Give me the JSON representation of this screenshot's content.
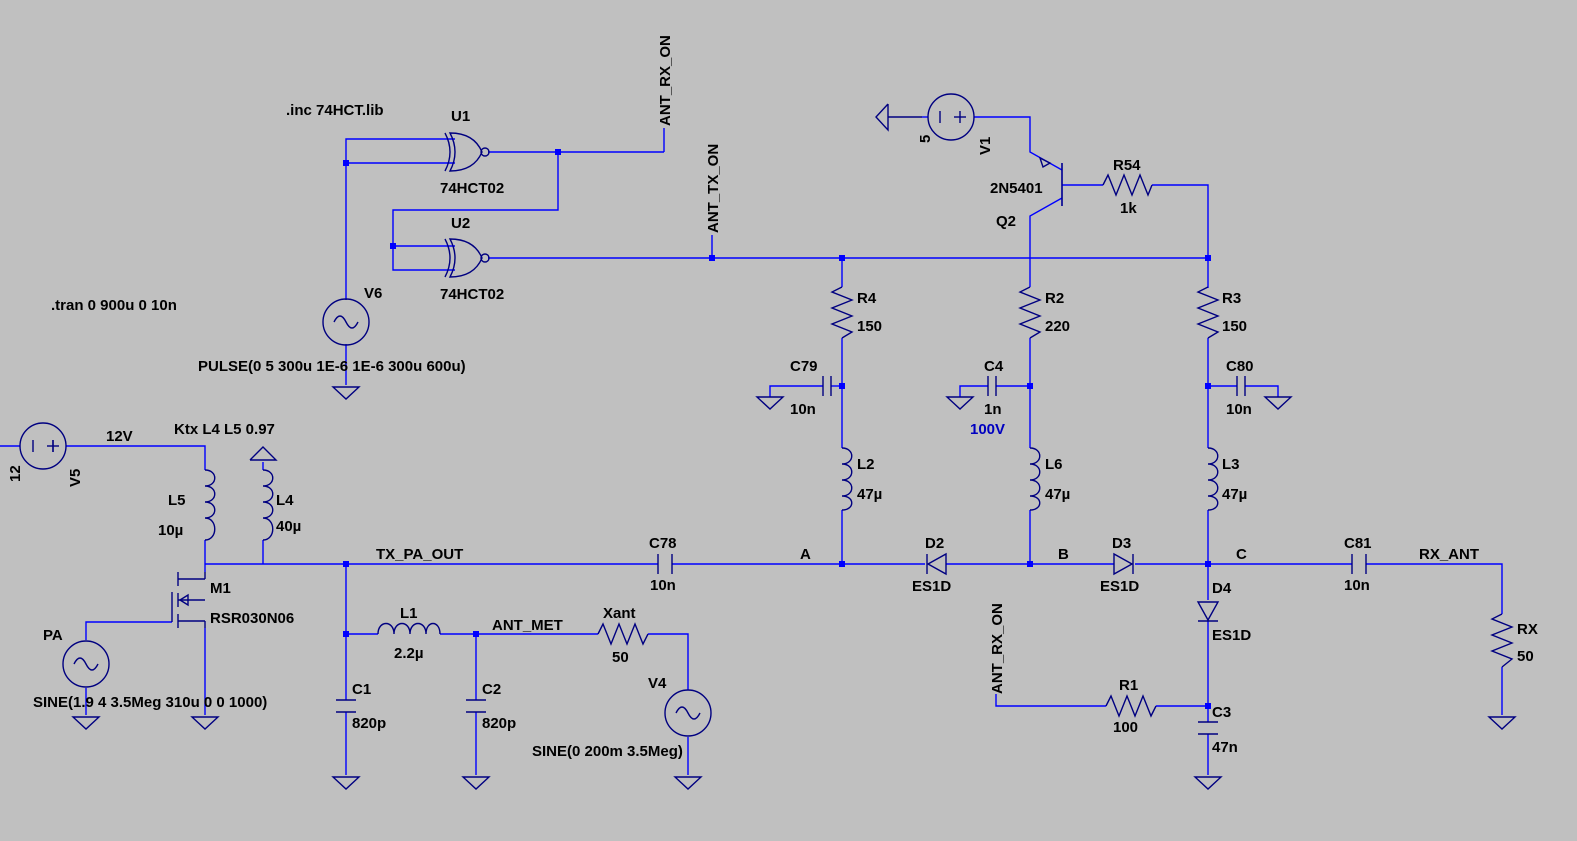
{
  "colors": {
    "background": "#c0c0c0",
    "wire": "#0000ff",
    "component": "#000080",
    "text": "#000000",
    "value_highlight": "#0000c0"
  },
  "directives": {
    "include": ".inc 74HCT.lib",
    "tran": ".tran 0 900u 0 10n",
    "coupling": "Ktx L4 L5 0.97"
  },
  "components": {
    "U1": {
      "name": "U1",
      "value": "74HCT02"
    },
    "U2": {
      "name": "U2",
      "value": "74HCT02"
    },
    "V6": {
      "name": "V6",
      "value": "PULSE(0 5 300u 1E-6 1E-6 300u 600u)"
    },
    "V1": {
      "name": "V1",
      "value": "5"
    },
    "V5": {
      "name": "V5",
      "value": "12"
    },
    "Q2": {
      "name": "Q2",
      "value": "2N5401"
    },
    "R54": {
      "name": "R54",
      "value": "1k"
    },
    "R4": {
      "name": "R4",
      "value": "150"
    },
    "R2": {
      "name": "R2",
      "value": "220"
    },
    "R3": {
      "name": "R3",
      "value": "150"
    },
    "C79": {
      "name": "C79",
      "value": "10n"
    },
    "C4": {
      "name": "C4",
      "value": "1n",
      "rating": "100V"
    },
    "C80": {
      "name": "C80",
      "value": "10n"
    },
    "L2": {
      "name": "L2",
      "value": "47µ"
    },
    "L6": {
      "name": "L6",
      "value": "47µ"
    },
    "L3": {
      "name": "L3",
      "value": "47µ"
    },
    "L5": {
      "name": "L5",
      "value": "10µ"
    },
    "L4": {
      "name": "L4",
      "value": "40µ"
    },
    "M1": {
      "name": "M1",
      "value": "RSR030N06"
    },
    "PA": {
      "name": "PA",
      "value": "SINE(1.9 4 3.5Meg 310u 0 0 1000)"
    },
    "C78": {
      "name": "C78",
      "value": "10n"
    },
    "D2": {
      "name": "D2",
      "value": "ES1D"
    },
    "D3": {
      "name": "D3",
      "value": "ES1D"
    },
    "D4": {
      "name": "D4",
      "value": "ES1D"
    },
    "C81": {
      "name": "C81",
      "value": "10n"
    },
    "RX": {
      "name": "RX",
      "value": "50"
    },
    "L1": {
      "name": "L1",
      "value": "2.2µ"
    },
    "C1": {
      "name": "C1",
      "value": "820p"
    },
    "C2": {
      "name": "C2",
      "value": "820p"
    },
    "Xant": {
      "name": "Xant",
      "value": "50"
    },
    "V4": {
      "name": "V4",
      "value": "SINE(0 200m 3.5Meg)"
    },
    "R1": {
      "name": "R1",
      "value": "100"
    },
    "C3": {
      "name": "C3",
      "value": "47n"
    }
  },
  "nets": {
    "ant_rx_on": "ANT_RX_ON",
    "ant_tx_on": "ANT_TX_ON",
    "v12": "12V",
    "tx_pa_out": "TX_PA_OUT",
    "ant_met": "ANT_MET",
    "rx_ant": "RX_ANT",
    "a": "A",
    "b": "B",
    "c": "C",
    "ant_rx_on_2": "ANT_RX_ON"
  }
}
